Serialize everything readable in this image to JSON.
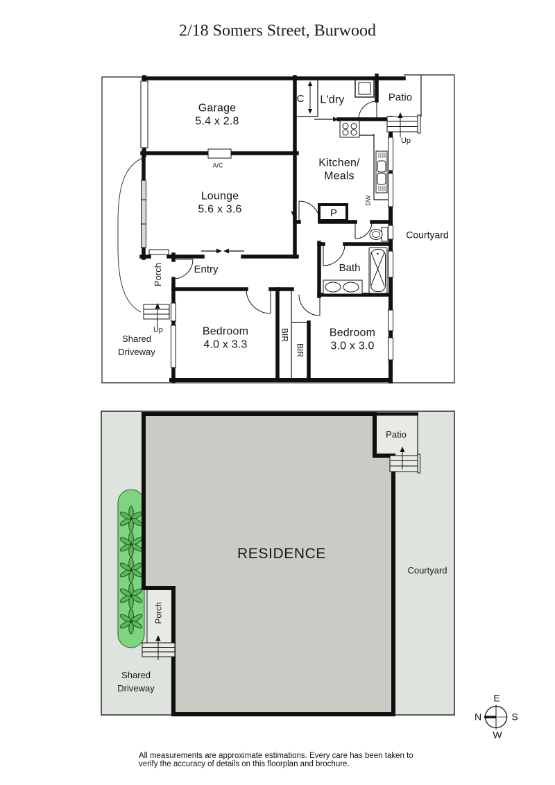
{
  "page": {
    "title": "2/18 Somers Street, Burwood",
    "disclaimer": "All measurements are approximate estimations. Every care has been taken to verify the accuracy of details on this floorplan and brochure."
  },
  "floorplan": {
    "rooms": {
      "garage": {
        "name": "Garage",
        "dims": "5.4 x 2.8"
      },
      "lounge": {
        "name": "Lounge",
        "dims": "5.6 x 3.6"
      },
      "kitchen": {
        "line1": "Kitchen/",
        "line2": "Meals"
      },
      "laundry": {
        "name": "L'dry"
      },
      "patio": {
        "name": "Patio"
      },
      "courtyard": {
        "name": "Courtyard"
      },
      "bath": {
        "name": "Bath"
      },
      "entry": {
        "name": "Entry"
      },
      "porch": {
        "name": "Porch"
      },
      "bedroom1": {
        "name": "Bedroom",
        "dims": "4.0 x 3.3"
      },
      "bedroom2": {
        "name": "Bedroom",
        "dims": "3.0 x 3.0"
      },
      "shared_driveway": {
        "line1": "Shared",
        "line2": "Driveway"
      }
    },
    "labels": {
      "ac": "A/C",
      "cupboard": "C",
      "pantry": "P",
      "dishwasher": "DW",
      "bir": "BIR",
      "up": "Up"
    }
  },
  "site_plan": {
    "residence": "RESIDENCE",
    "patio": "Patio",
    "courtyard": "Courtyard",
    "porch": "Porch",
    "shared_driveway": {
      "line1": "Shared",
      "line2": "Driveway"
    }
  },
  "compass": {
    "top": "E",
    "left": "N",
    "right": "S",
    "bottom": "W"
  },
  "colors": {
    "wall": "#111111",
    "lot_fill": "#dee3dd",
    "residence_fill": "#c8ccc4",
    "patio_porch_fill": "#e7eae5",
    "garden_fill": "#7fd57f",
    "garden_stroke": "#2b5e2b",
    "window_fill": "#d8d8d8"
  },
  "icons": {
    "tree-icon": "stylized plant with radiating leaves",
    "stove-icon": "4-burner cooktop circles",
    "sink-icon": "double-bowl sink with drainers",
    "washer-icon": "washing machine square",
    "toilet-icon": "cistern + oval bowl",
    "bathtub-icon": "tub with shower cross",
    "vanity-icon": "two oval basins",
    "steps-icon": "parallel stair treads",
    "up-arrow-icon": "direction of stairs",
    "compass-icon": "circle with crosshair, thick limb toward N"
  }
}
